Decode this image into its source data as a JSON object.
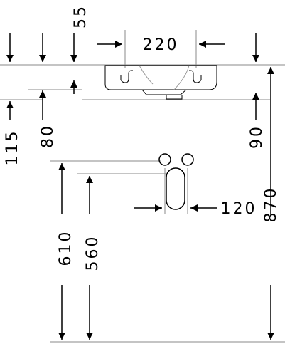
{
  "drawing": {
    "line_color": "#000000",
    "guide_color": "#888888",
    "background": "#ffffff"
  },
  "dimensions": {
    "depth_top": "55",
    "tap_hole_spacing": "220",
    "top_to_offset": "80",
    "top_to_drain": "115",
    "drain_offset": "90",
    "overall_height": "870",
    "wall_connection_spacing": "120",
    "floor_to_connections": "610",
    "floor_to_drain": "560"
  }
}
